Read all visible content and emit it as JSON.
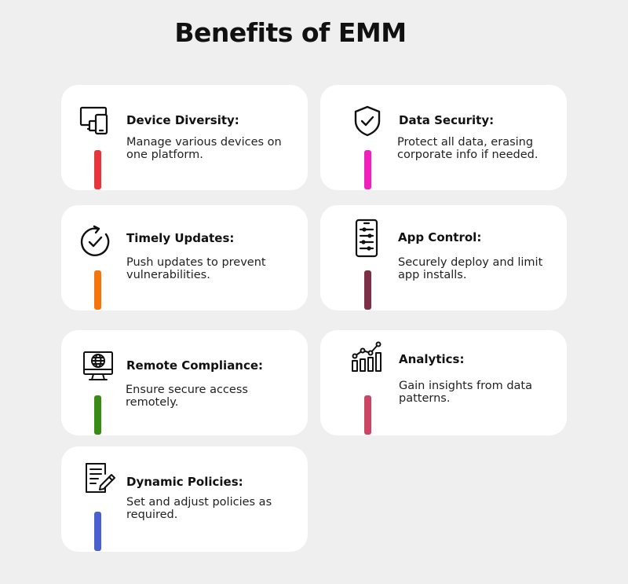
{
  "title": "Benefits of EMM",
  "cards": [
    {
      "title": "Device Diversity:",
      "desc": "Manage various devices on one platform.",
      "color": "#e8343b",
      "icon": "devices-icon"
    },
    {
      "title": "Data Security:",
      "desc": "Protect all data, erasing corporate info if needed.",
      "color": "#f21fbf",
      "icon": "shield-check-icon"
    },
    {
      "title": "Timely Updates:",
      "desc": "Push updates to prevent vulnerabilities.",
      "color": "#f4750c",
      "icon": "update-clock-icon"
    },
    {
      "title": "App Control:",
      "desc": "Securely deploy and limit app installs.",
      "color": "#7c2f45",
      "icon": "phone-sliders-icon"
    },
    {
      "title": "Remote Compliance:",
      "desc": "Ensure secure access remotely.",
      "color": "#3a8a16",
      "icon": "globe-monitor-icon"
    },
    {
      "title": "Analytics:",
      "desc": "Gain insights from data patterns.",
      "color": "#cc4563",
      "icon": "analytics-chart-icon"
    },
    {
      "title": "Dynamic Policies:",
      "desc": "Set and adjust policies as required.",
      "color": "#4a5fd0",
      "icon": "policy-document-icon"
    }
  ]
}
